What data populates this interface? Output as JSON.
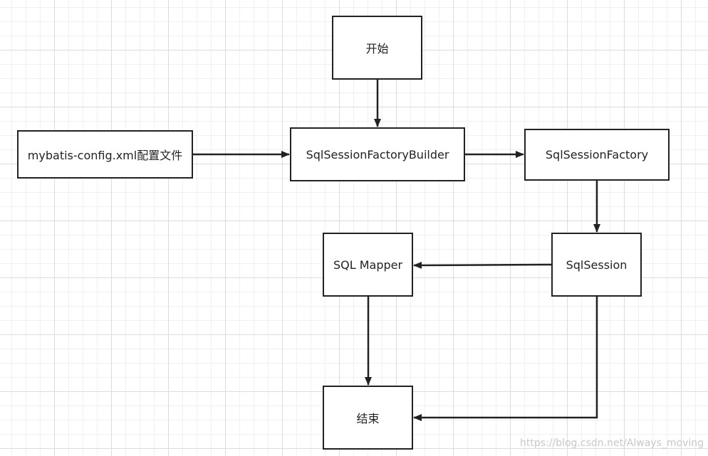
{
  "nodes": {
    "start": "开始",
    "config": "mybatis-config.xml配置文件",
    "builder": "SqlSessionFactoryBuilder",
    "factory": "SqlSessionFactory",
    "mapper": "SQL Mapper",
    "session": "SqlSession",
    "end": "结束"
  },
  "watermark": "https://blog.csdn.net/Always_moving",
  "colors": {
    "stroke": "#222222",
    "grid": "#dcdcdc",
    "background": "#ffffff"
  }
}
